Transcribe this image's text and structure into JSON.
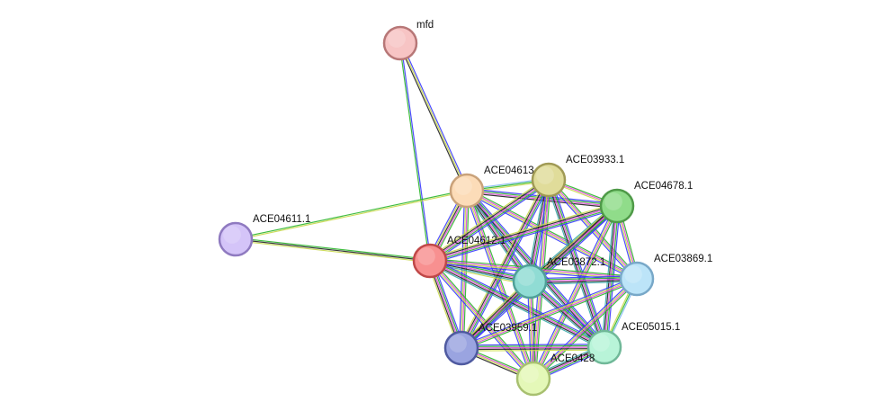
{
  "edge_colors": [
    "#3a3aff",
    "#2bb52b",
    "#c8d84a",
    "#e04bd8",
    "#222222",
    "#7fb8f0",
    "#36a8a8",
    "#ff4040"
  ],
  "nodes": [
    {
      "id": "mfd",
      "label": "mfd",
      "fill": "#f7c4c4",
      "stroke": "#b77777"
    },
    {
      "id": "ACE04613.1",
      "label": "ACE04613.1",
      "fill": "#fcdcb8",
      "stroke": "#c9a27a"
    },
    {
      "id": "ACE03933.1",
      "label": "ACE03933.1",
      "fill": "#e0dc9a",
      "stroke": "#a09a55"
    },
    {
      "id": "ACE04678.1",
      "label": "ACE04678.1",
      "fill": "#90dc8a",
      "stroke": "#4f9a48"
    },
    {
      "id": "ACE04611.1",
      "label": "ACE04611.1",
      "fill": "#d4c4f8",
      "stroke": "#8f7ac0"
    },
    {
      "id": "ACE04612.1",
      "label": "ACE04612.1",
      "fill": "#f89090",
      "stroke": "#c04848"
    },
    {
      "id": "ACE03872.1",
      "label": "ACE03872.1",
      "fill": "#90dcd4",
      "stroke": "#4fa098"
    },
    {
      "id": "ACE03869.1",
      "label": "ACE03869.1",
      "fill": "#bce4f8",
      "stroke": "#78a8c8"
    },
    {
      "id": "ACE03959.1",
      "label": "ACE03959.1",
      "fill": "#9aa4e0",
      "stroke": "#4f5aa0"
    },
    {
      "id": "ACE05015.1",
      "label": "ACE05015.1",
      "fill": "#b8f4d8",
      "stroke": "#70b898"
    },
    {
      "id": "ACE0428",
      "label": "ACE0428",
      "fill": "#e4f8b8",
      "stroke": "#a8c070"
    }
  ],
  "edges": [
    {
      "source": "mfd",
      "target": "ACE04613.1",
      "evidence": [
        0,
        2,
        4
      ]
    },
    {
      "source": "mfd",
      "target": "ACE04612.1",
      "evidence": [
        0,
        1
      ]
    },
    {
      "source": "ACE04611.1",
      "target": "ACE04613.1",
      "evidence": [
        1,
        2
      ]
    },
    {
      "source": "ACE04611.1",
      "target": "ACE04612.1",
      "evidence": [
        1,
        4,
        2
      ]
    },
    {
      "source": "ACE04613.1",
      "target": "ACE03933.1",
      "evidence": [
        5,
        1,
        2
      ]
    },
    {
      "source": "ACE04613.1",
      "target": "ACE04678.1",
      "evidence": [
        0,
        1,
        3,
        4
      ]
    },
    {
      "source": "ACE04613.1",
      "target": "ACE04612.1",
      "evidence": [
        1,
        3,
        4,
        2,
        0
      ]
    },
    {
      "source": "ACE04613.1",
      "target": "ACE03872.1",
      "evidence": [
        0,
        1,
        3,
        4,
        6
      ]
    },
    {
      "source": "ACE04613.1",
      "target": "ACE03869.1",
      "evidence": [
        1,
        3,
        2,
        0
      ]
    },
    {
      "source": "ACE04613.1",
      "target": "ACE03959.1",
      "evidence": [
        1,
        3,
        2,
        0
      ]
    },
    {
      "source": "ACE04613.1",
      "target": "ACE05015.1",
      "evidence": [
        0,
        1,
        3,
        4,
        6
      ]
    },
    {
      "source": "ACE04613.1",
      "target": "ACE0428",
      "evidence": [
        1,
        3,
        2,
        0
      ]
    },
    {
      "source": "ACE03933.1",
      "target": "ACE04678.1",
      "evidence": [
        1,
        3,
        2
      ]
    },
    {
      "source": "ACE03933.1",
      "target": "ACE04612.1",
      "evidence": [
        0,
        1,
        3,
        4,
        2
      ]
    },
    {
      "source": "ACE03933.1",
      "target": "ACE03872.1",
      "evidence": [
        0,
        1,
        3,
        4,
        6
      ]
    },
    {
      "source": "ACE03933.1",
      "target": "ACE03869.1",
      "evidence": [
        1,
        3,
        2,
        0
      ]
    },
    {
      "source": "ACE03933.1",
      "target": "ACE03959.1",
      "evidence": [
        0,
        1,
        3,
        4,
        2
      ]
    },
    {
      "source": "ACE03933.1",
      "target": "ACE05015.1",
      "evidence": [
        0,
        1,
        3,
        4,
        6
      ]
    },
    {
      "source": "ACE03933.1",
      "target": "ACE0428",
      "evidence": [
        1,
        3,
        2,
        0
      ]
    },
    {
      "source": "ACE04678.1",
      "target": "ACE04612.1",
      "evidence": [
        0,
        1,
        3,
        4,
        2
      ]
    },
    {
      "source": "ACE04678.1",
      "target": "ACE03872.1",
      "evidence": [
        0,
        1,
        3,
        4,
        6
      ]
    },
    {
      "source": "ACE04678.1",
      "target": "ACE03869.1",
      "evidence": [
        1,
        3,
        2,
        0
      ]
    },
    {
      "source": "ACE04678.1",
      "target": "ACE03959.1",
      "evidence": [
        0,
        1,
        3,
        4,
        2
      ]
    },
    {
      "source": "ACE04678.1",
      "target": "ACE05015.1",
      "evidence": [
        0,
        1,
        3,
        4,
        6
      ]
    },
    {
      "source": "ACE04678.1",
      "target": "ACE0428",
      "evidence": [
        1,
        3,
        2,
        0
      ]
    },
    {
      "source": "ACE04612.1",
      "target": "ACE03872.1",
      "evidence": [
        0,
        1,
        3,
        4,
        6,
        2
      ]
    },
    {
      "source": "ACE04612.1",
      "target": "ACE03869.1",
      "evidence": [
        1,
        3,
        2,
        0
      ]
    },
    {
      "source": "ACE04612.1",
      "target": "ACE03959.1",
      "evidence": [
        0,
        1,
        3,
        4,
        2
      ]
    },
    {
      "source": "ACE04612.1",
      "target": "ACE05015.1",
      "evidence": [
        0,
        1,
        3,
        4,
        6
      ]
    },
    {
      "source": "ACE04612.1",
      "target": "ACE0428",
      "evidence": [
        1,
        3,
        2,
        0
      ]
    },
    {
      "source": "ACE03872.1",
      "target": "ACE03869.1",
      "evidence": [
        0,
        1,
        3,
        4,
        6
      ]
    },
    {
      "source": "ACE03872.1",
      "target": "ACE03959.1",
      "evidence": [
        0,
        1,
        3,
        4,
        2
      ]
    },
    {
      "source": "ACE03872.1",
      "target": "ACE05015.1",
      "evidence": [
        0,
        1,
        3,
        4,
        6
      ]
    },
    {
      "source": "ACE03872.1",
      "target": "ACE0428",
      "evidence": [
        1,
        3,
        2,
        0
      ]
    },
    {
      "source": "ACE03869.1",
      "target": "ACE03959.1",
      "evidence": [
        1,
        3,
        2,
        0
      ]
    },
    {
      "source": "ACE03869.1",
      "target": "ACE05015.1",
      "evidence": [
        5,
        1,
        2
      ]
    },
    {
      "source": "ACE03869.1",
      "target": "ACE0428",
      "evidence": [
        1,
        3,
        2,
        0
      ]
    },
    {
      "source": "ACE03959.1",
      "target": "ACE05015.1",
      "evidence": [
        0,
        1,
        3,
        4,
        2
      ]
    },
    {
      "source": "ACE03959.1",
      "target": "ACE0428",
      "evidence": [
        1,
        3,
        2,
        4
      ]
    },
    {
      "source": "ACE05015.1",
      "target": "ACE0428",
      "evidence": [
        0,
        1,
        3,
        4,
        6
      ]
    }
  ]
}
